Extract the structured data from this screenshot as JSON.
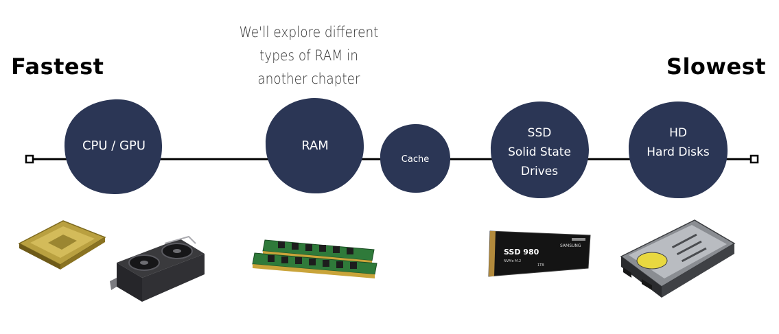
{
  "labels": {
    "fastest": "Fastest",
    "slowest": "Slowest"
  },
  "note": {
    "lines": [
      "We'll explore different",
      "types of RAM in",
      "another chapter"
    ]
  },
  "nodes": [
    {
      "id": "cpu-gpu",
      "lines": [
        "CPU / GPU"
      ]
    },
    {
      "id": "ram",
      "lines": [
        "RAM"
      ]
    },
    {
      "id": "cache",
      "lines": [
        "Cache"
      ]
    },
    {
      "id": "ssd",
      "lines": [
        "SSD",
        "Solid State",
        "Drives"
      ]
    },
    {
      "id": "hd",
      "lines": [
        "HD",
        "Hard Disks"
      ]
    }
  ],
  "hardware": {
    "ssd_brand": "SSD 980",
    "ssd_subtext": "NVMe M.2",
    "ssd_capacity": "1TB",
    "ssd_maker": "SAMSUNG"
  },
  "colors": {
    "node_fill": "#2b3655",
    "line": "#000000",
    "text": "#ffffff"
  }
}
